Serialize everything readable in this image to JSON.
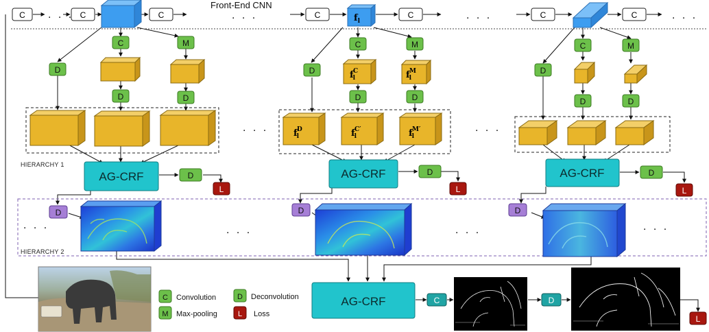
{
  "header": {
    "title": "Front-End CNN"
  },
  "hierarchy_labels": [
    "HIERARCHY 1",
    "HIERARCHY 2"
  ],
  "op_labels": {
    "conv": "C",
    "deconv": "D",
    "maxpool": "M",
    "loss": "L"
  },
  "agcrf_label": "AG-CRF",
  "ellipsis": ". . .",
  "features": {
    "f_l": "f",
    "sub": "l",
    "sup_c": "C",
    "sup_m": "M",
    "sup_d": "D",
    "sup_c_prime": "C′",
    "sup_m_prime": "M′"
  },
  "legend": [
    {
      "key": "C",
      "label": "Convolution",
      "color": "#6cc04a"
    },
    {
      "key": "D",
      "label": "Deconvolution",
      "color": "#6cc04a"
    },
    {
      "key": "M",
      "label": "Max-pooling",
      "color": "#6cc04a"
    },
    {
      "key": "L",
      "label": "Loss",
      "color": "#a8170f"
    }
  ],
  "colors": {
    "green_op": "#6cc04a",
    "purple_op": "#a67fd6",
    "teal_op": "#20a4a4",
    "loss_red": "#a8170f",
    "agcrf_fill": "#21c4cc",
    "cube_blue": "#3d9df0",
    "feature_gold": "#e8b52a",
    "edge_black": "#000000"
  }
}
